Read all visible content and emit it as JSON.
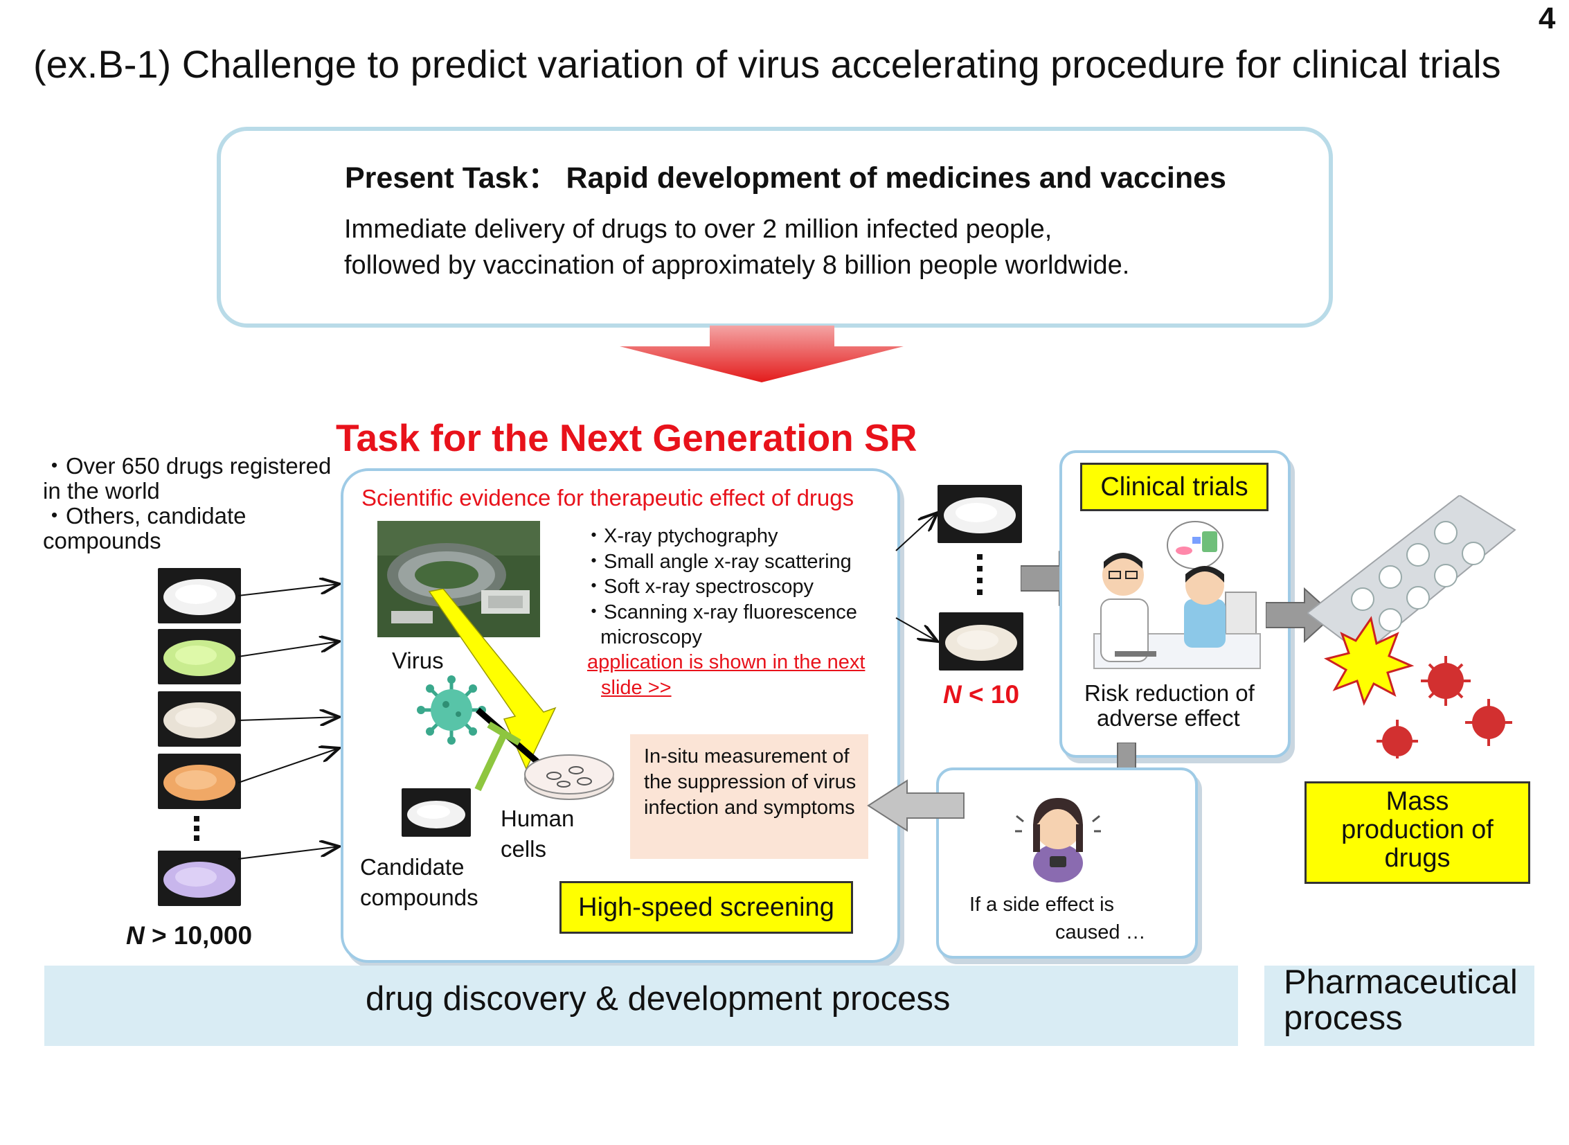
{
  "page_number": "4",
  "title": "(ex.B-1) Challenge to predict variation of virus accelerating procedure for clinical trials",
  "present_task": {
    "heading": "Present Task： Rapid development of medicines and vaccines",
    "line1": "Immediate delivery of drugs to over 2 million infected people,",
    "line2": "followed by vaccination of approximately 8 billion people worldwide."
  },
  "next_generation": {
    "heading": "Task for the Next Generation SR",
    "panel_title": "Scientific evidence for therapeutic effect of drugs",
    "methods": [
      "・X-ray ptychography",
      "・Small angle x-ray scattering",
      "・Soft x-ray spectroscopy",
      "・Scanning x-ray fluorescence",
      "   microscopy"
    ],
    "link_line1": "application is shown in the next",
    "link_line2": "slide >>",
    "virus_label": "Virus",
    "human_cells_line1": "Human",
    "human_cells_line2": "cells",
    "candidate_line1": "Candidate",
    "candidate_line2": "compounds",
    "insitu_line1": "In-situ measurement of",
    "insitu_line2": "the suppression of virus",
    "insitu_line3": "infection and symptoms",
    "screening": "High-speed screening"
  },
  "left_notes": [
    "・Over 650 drugs registered",
    "   in the world",
    "・Others, candidate",
    "   compounds"
  ],
  "n_large": {
    "italic": "N",
    "rest": " > 10,000"
  },
  "n_small": {
    "italic": "N",
    "rest": " < 10"
  },
  "clinical": {
    "title": "Clinical trials",
    "risk_line1": "Risk reduction of",
    "risk_line2": "adverse effect"
  },
  "side_effect": {
    "line1": "If a side effect is",
    "line2": "caused …"
  },
  "mass_production": {
    "line1": "Mass",
    "line2": "production of",
    "line3": "drugs"
  },
  "bands": {
    "drug_discovery": "drug discovery & development process",
    "pharma_line1": "Pharmaceutical",
    "pharma_line2": "process"
  },
  "colors": {
    "accent_red": "#e8121b",
    "box_border": "#9fcbe6",
    "highlight_yellow": "#ffff00",
    "band_blue": "#d9ecf4",
    "insitu_bg": "#fbe4d6"
  }
}
